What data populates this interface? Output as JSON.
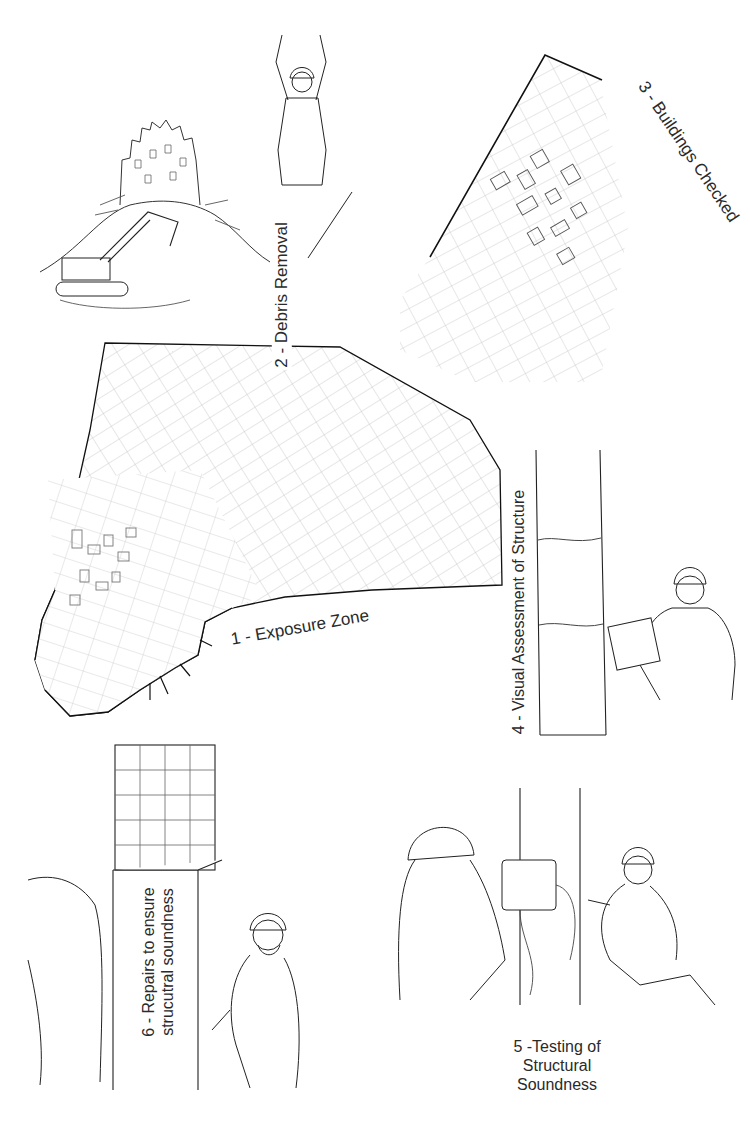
{
  "diagram": {
    "labels": [
      "1 - Exposure Zone",
      "2 - Debris Removal",
      "3 - Buildings Checked",
      "4 - Visual Assessment of Structure",
      "5 -Testing of Structural Soundness",
      "6 - Repairs to ensure strucutral soundness"
    ]
  }
}
